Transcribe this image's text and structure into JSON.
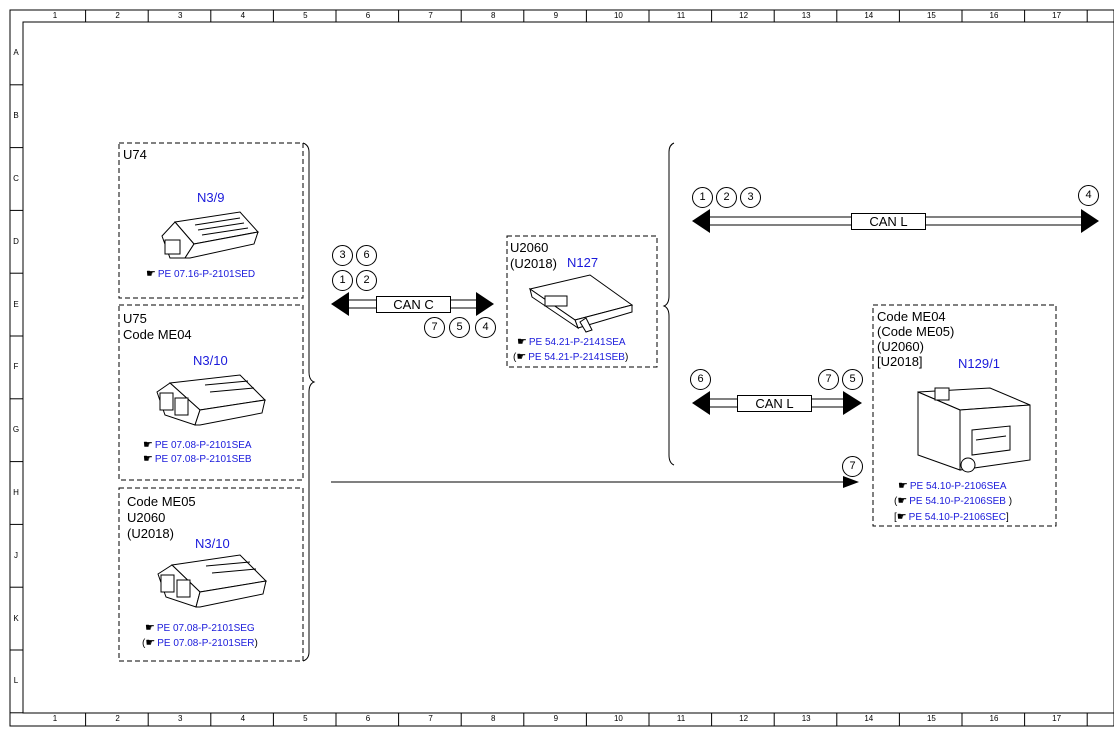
{
  "grid": {
    "columns": [
      "1",
      "2",
      "3",
      "4",
      "5",
      "6",
      "7",
      "8",
      "9",
      "10",
      "11",
      "12",
      "13",
      "14",
      "15",
      "16",
      "17"
    ],
    "rows": [
      "A",
      "B",
      "C",
      "D",
      "E",
      "F",
      "G",
      "H",
      "J",
      "K",
      "L"
    ]
  },
  "modules": {
    "u74": {
      "variant": "U74",
      "name": "N3/9",
      "refs": [
        "PE 07.16-P-2101SED"
      ]
    },
    "u75": {
      "variant": "U75",
      "code": "Code ME04",
      "name": "N3/10",
      "refs": [
        "PE 07.08-P-2101SEA",
        "PE 07.08-P-2101SEB"
      ]
    },
    "me05": {
      "code": "Code ME05",
      "variant": "U2060",
      "variant2": "(U2018)",
      "name": "N3/10",
      "refs": [
        "PE 07.08-P-2101SEG",
        "PE 07.08-P-2101SER"
      ],
      "ref2_prefix": "(",
      "ref2_suffix": ")"
    },
    "n127": {
      "variant": "U2060",
      "variant2": "(U2018)",
      "name": "N127",
      "refs": [
        "PE 54.21-P-2141SEA",
        "PE 54.21-P-2141SEB"
      ],
      "ref2_prefix": "(",
      "ref2_suffix": ")"
    },
    "n129": {
      "code": "Code ME04",
      "code2": "(Code ME05)",
      "variant": "(U2060)",
      "variant2": "[U2018]",
      "name": "N129/1",
      "refs": [
        "PE 54.10-P-2106SEA",
        "PE 54.10-P-2106SEB",
        "PE 54.10-P-2106SEC"
      ],
      "ref2_prefix": "(",
      "ref2_suffix": " )",
      "ref3_prefix": "[",
      "ref3_suffix": "]"
    }
  },
  "buses": {
    "can_c": {
      "label": "CAN C",
      "circles_top": [
        "3",
        "6"
      ],
      "circles_mid": [
        "1",
        "2"
      ],
      "circles_bottom": [
        "7",
        "5",
        "4"
      ]
    },
    "can_l_top": {
      "label": "CAN L",
      "circles_left": [
        "1",
        "2",
        "3"
      ],
      "circles_right": [
        "4"
      ]
    },
    "can_l_bottom": {
      "label": "CAN L",
      "circles_left": [
        "6"
      ],
      "circles_right": [
        "7",
        "5"
      ]
    },
    "direct": {
      "circle": "7"
    }
  },
  "colors": {
    "component_name": "#1a1adb",
    "lines": "#000000"
  }
}
